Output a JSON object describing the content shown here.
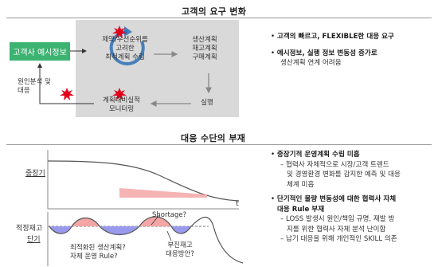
{
  "top": {
    "title": "고객의 요구 변화",
    "customer_info": "고객사 예시정보",
    "priority_line1": "제약/우선순위를",
    "priority_line2": "고려한",
    "priority_line3": "최적계획 수립",
    "production_line1": "생산계획",
    "production_line2": "재고계획",
    "production_line3": "구매계획",
    "execution": "실행",
    "monitoring_line1": "계획대비실적",
    "monitoring_line2": "모니터링",
    "cause_line1": "원인분석 및",
    "cause_line2": "대응",
    "bullets": [
      "고객의 빠르고, FLEXIBLE한 대응 요구",
      "예시정보, 실행 정보 변동성 증가로"
    ],
    "bullet2_sub": "생산계획 연계 어려움"
  },
  "bottom": {
    "title": "대응 수단의 부재",
    "label_mid_term": "중장기",
    "label_safety_stock": "적정재고",
    "label_short_term": "단기",
    "time_marker": "t",
    "shortage": "Shortage?",
    "optimized_line1": "최적화된 생산계획?",
    "optimized_line2": "자체 운영 Rule?",
    "surplus_line1": "부진재고",
    "surplus_line2": "대응방안?",
    "bullet1": "중장기적 운영계획 수립 미흡",
    "bullet1_sub": [
      "– 협력사 자체적으로 시장/고객 트렌드",
      "및 경영환경 변화를 감지한 예측 및 대응",
      "체계 미흡"
    ],
    "bullet2_line1": "단기적인 물량 변동성에 대한 협력사 자체",
    "bullet2_line2": "대응 Rule 부재",
    "bullet2_sub": [
      "– LOSS 발생시 원인/책임 규명, 재발 방",
      "지를 위한 협력사 자체 분석 난이함",
      "– 납기 대응을 위해 개인적인 SKILL 의존"
    ]
  },
  "colors": {
    "green": "#3cb371",
    "gray_box": "#d9d9d9",
    "red_burst": "#e4001b",
    "pink_fill": "#f4a6a6",
    "blue_fill": "#9999ee",
    "curve": "#555555"
  }
}
